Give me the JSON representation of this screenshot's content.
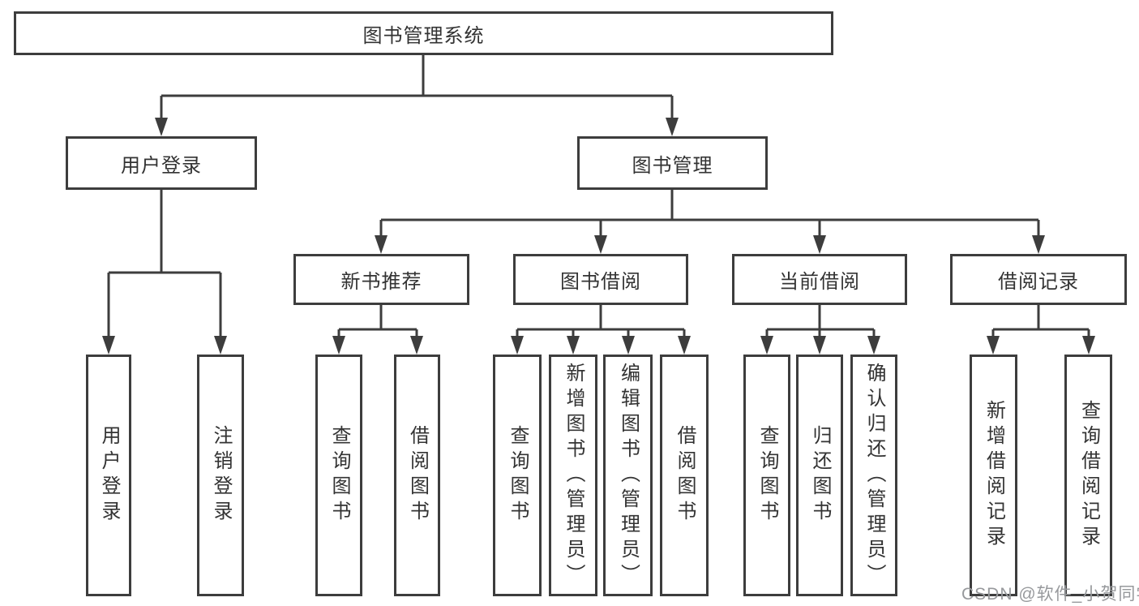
{
  "diagram": {
    "title": "图书管理系统",
    "branches": [
      {
        "label": "用户登录",
        "children": [
          {
            "label": "用户登录"
          },
          {
            "label": "注销登录"
          }
        ]
      },
      {
        "label": "图书管理",
        "children": [
          {
            "label": "新书推荐",
            "children": [
              {
                "label": "查询图书"
              },
              {
                "label": "借阅图书"
              }
            ]
          },
          {
            "label": "图书借阅",
            "children": [
              {
                "label": "查询图书"
              },
              {
                "label": "新增图书（管理员）"
              },
              {
                "label": "编辑图书（管理员）"
              },
              {
                "label": "借阅图书"
              }
            ]
          },
          {
            "label": "当前借阅",
            "children": [
              {
                "label": "查询图书"
              },
              {
                "label": "归还图书"
              },
              {
                "label": "确认归还（管理员）"
              }
            ]
          },
          {
            "label": "借阅记录",
            "children": [
              {
                "label": "新增借阅记录"
              },
              {
                "label": "查询借阅记录"
              }
            ]
          }
        ]
      }
    ]
  },
  "watermark": {
    "text": "CSDN @软件_小贺同学"
  },
  "colors": {
    "line": "#3d3d3d",
    "text": "#333333",
    "watermark": "#97999c",
    "background": "#ffffff"
  }
}
